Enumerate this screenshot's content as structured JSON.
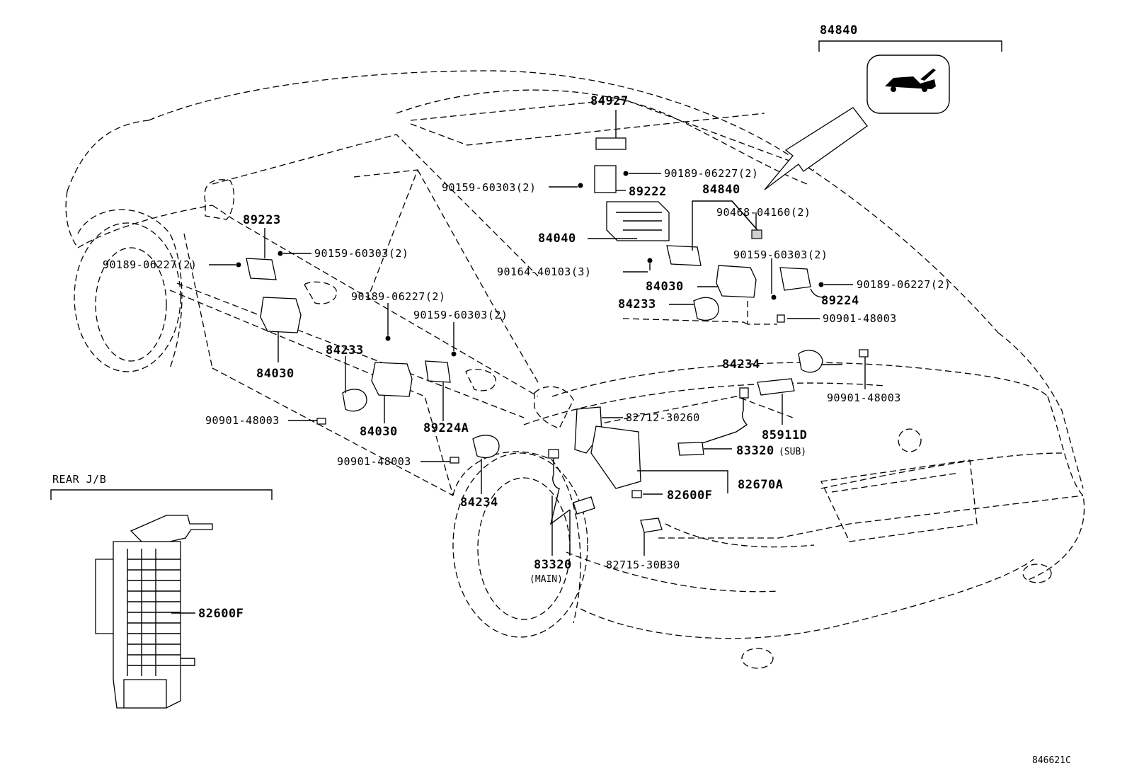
{
  "diagram_id": "846621C",
  "header_group": {
    "label": "84840",
    "icon": "trunk-open-icon"
  },
  "rear_jb": {
    "title": "REAR J/B",
    "part": "82600F"
  },
  "labels": {
    "p84927": "84927",
    "p90189_top": "90189-06227(2)",
    "p90159_top": "90159-60303(2)",
    "p89222": "89222",
    "p84840_mid": "84840",
    "p90468": "90468-04160(2)",
    "p84040": "84040",
    "p90164": "90164-40103(3)",
    "p90159_mid": "90159-60303(2)",
    "p84030_right": "84030",
    "p90189_right": "90189-06227(2)",
    "p89224": "89224",
    "p84233_right": "84233",
    "p90901_right": "90901-48003",
    "p89223": "89223",
    "p90159_left": "90159-60303(2)",
    "p90189_left": "90189-06227(2)",
    "p90189_center": "90189-06227(2)",
    "p90159_center": "90159-60303(2)",
    "p84233_left": "84233",
    "p84030_left": "84030",
    "p84030_center": "84030",
    "p90901_left": "90901-48003",
    "p89224A": "89224A",
    "p90901_center": "90901-48003",
    "p84234_left": "84234",
    "p84234_right": "84234",
    "p90901_farright": "90901-48003",
    "p85911D": "85911D",
    "p82712": "82712-30260",
    "p83320_sub": "83320",
    "p83320_sub_tag": "(SUB)",
    "p82670A": "82670A",
    "p82600F_mid": "82600F",
    "p83320_main": "83320",
    "p83320_main_tag": "(MAIN)",
    "p82715": "82715-30B30"
  }
}
